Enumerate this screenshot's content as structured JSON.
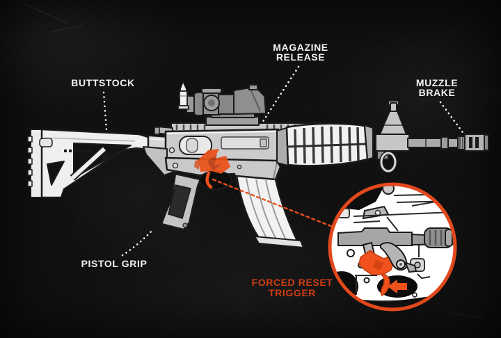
{
  "scene": {
    "background_color": "#101010",
    "accent_color": "#e8501e",
    "label_color": "#f2f2f2",
    "highlight_label_color": "#cf3e16",
    "artwork_line_color": "#1b1b1b",
    "artwork_fill_light": "#f1f1f1",
    "artwork_fill_gray": "#c9c9c9"
  },
  "callouts": {
    "buttstock": {
      "label": "BUTTSTOCK"
    },
    "magazine_release": {
      "line1": "MAGAZINE",
      "line2": "RELEASE"
    },
    "muzzle_brake": {
      "line1": "MUZZLE",
      "line2": "BRAKE"
    },
    "pistol_grip": {
      "label": "PISTOL GRIP"
    },
    "forced_reset_trigger": {
      "line1": "FORCED RESET",
      "line2": "TRIGGER"
    }
  },
  "inset": {
    "arrow_icon": "left-arrow",
    "ring_color": "#e1491c",
    "highlight_color": "#f0511d"
  }
}
